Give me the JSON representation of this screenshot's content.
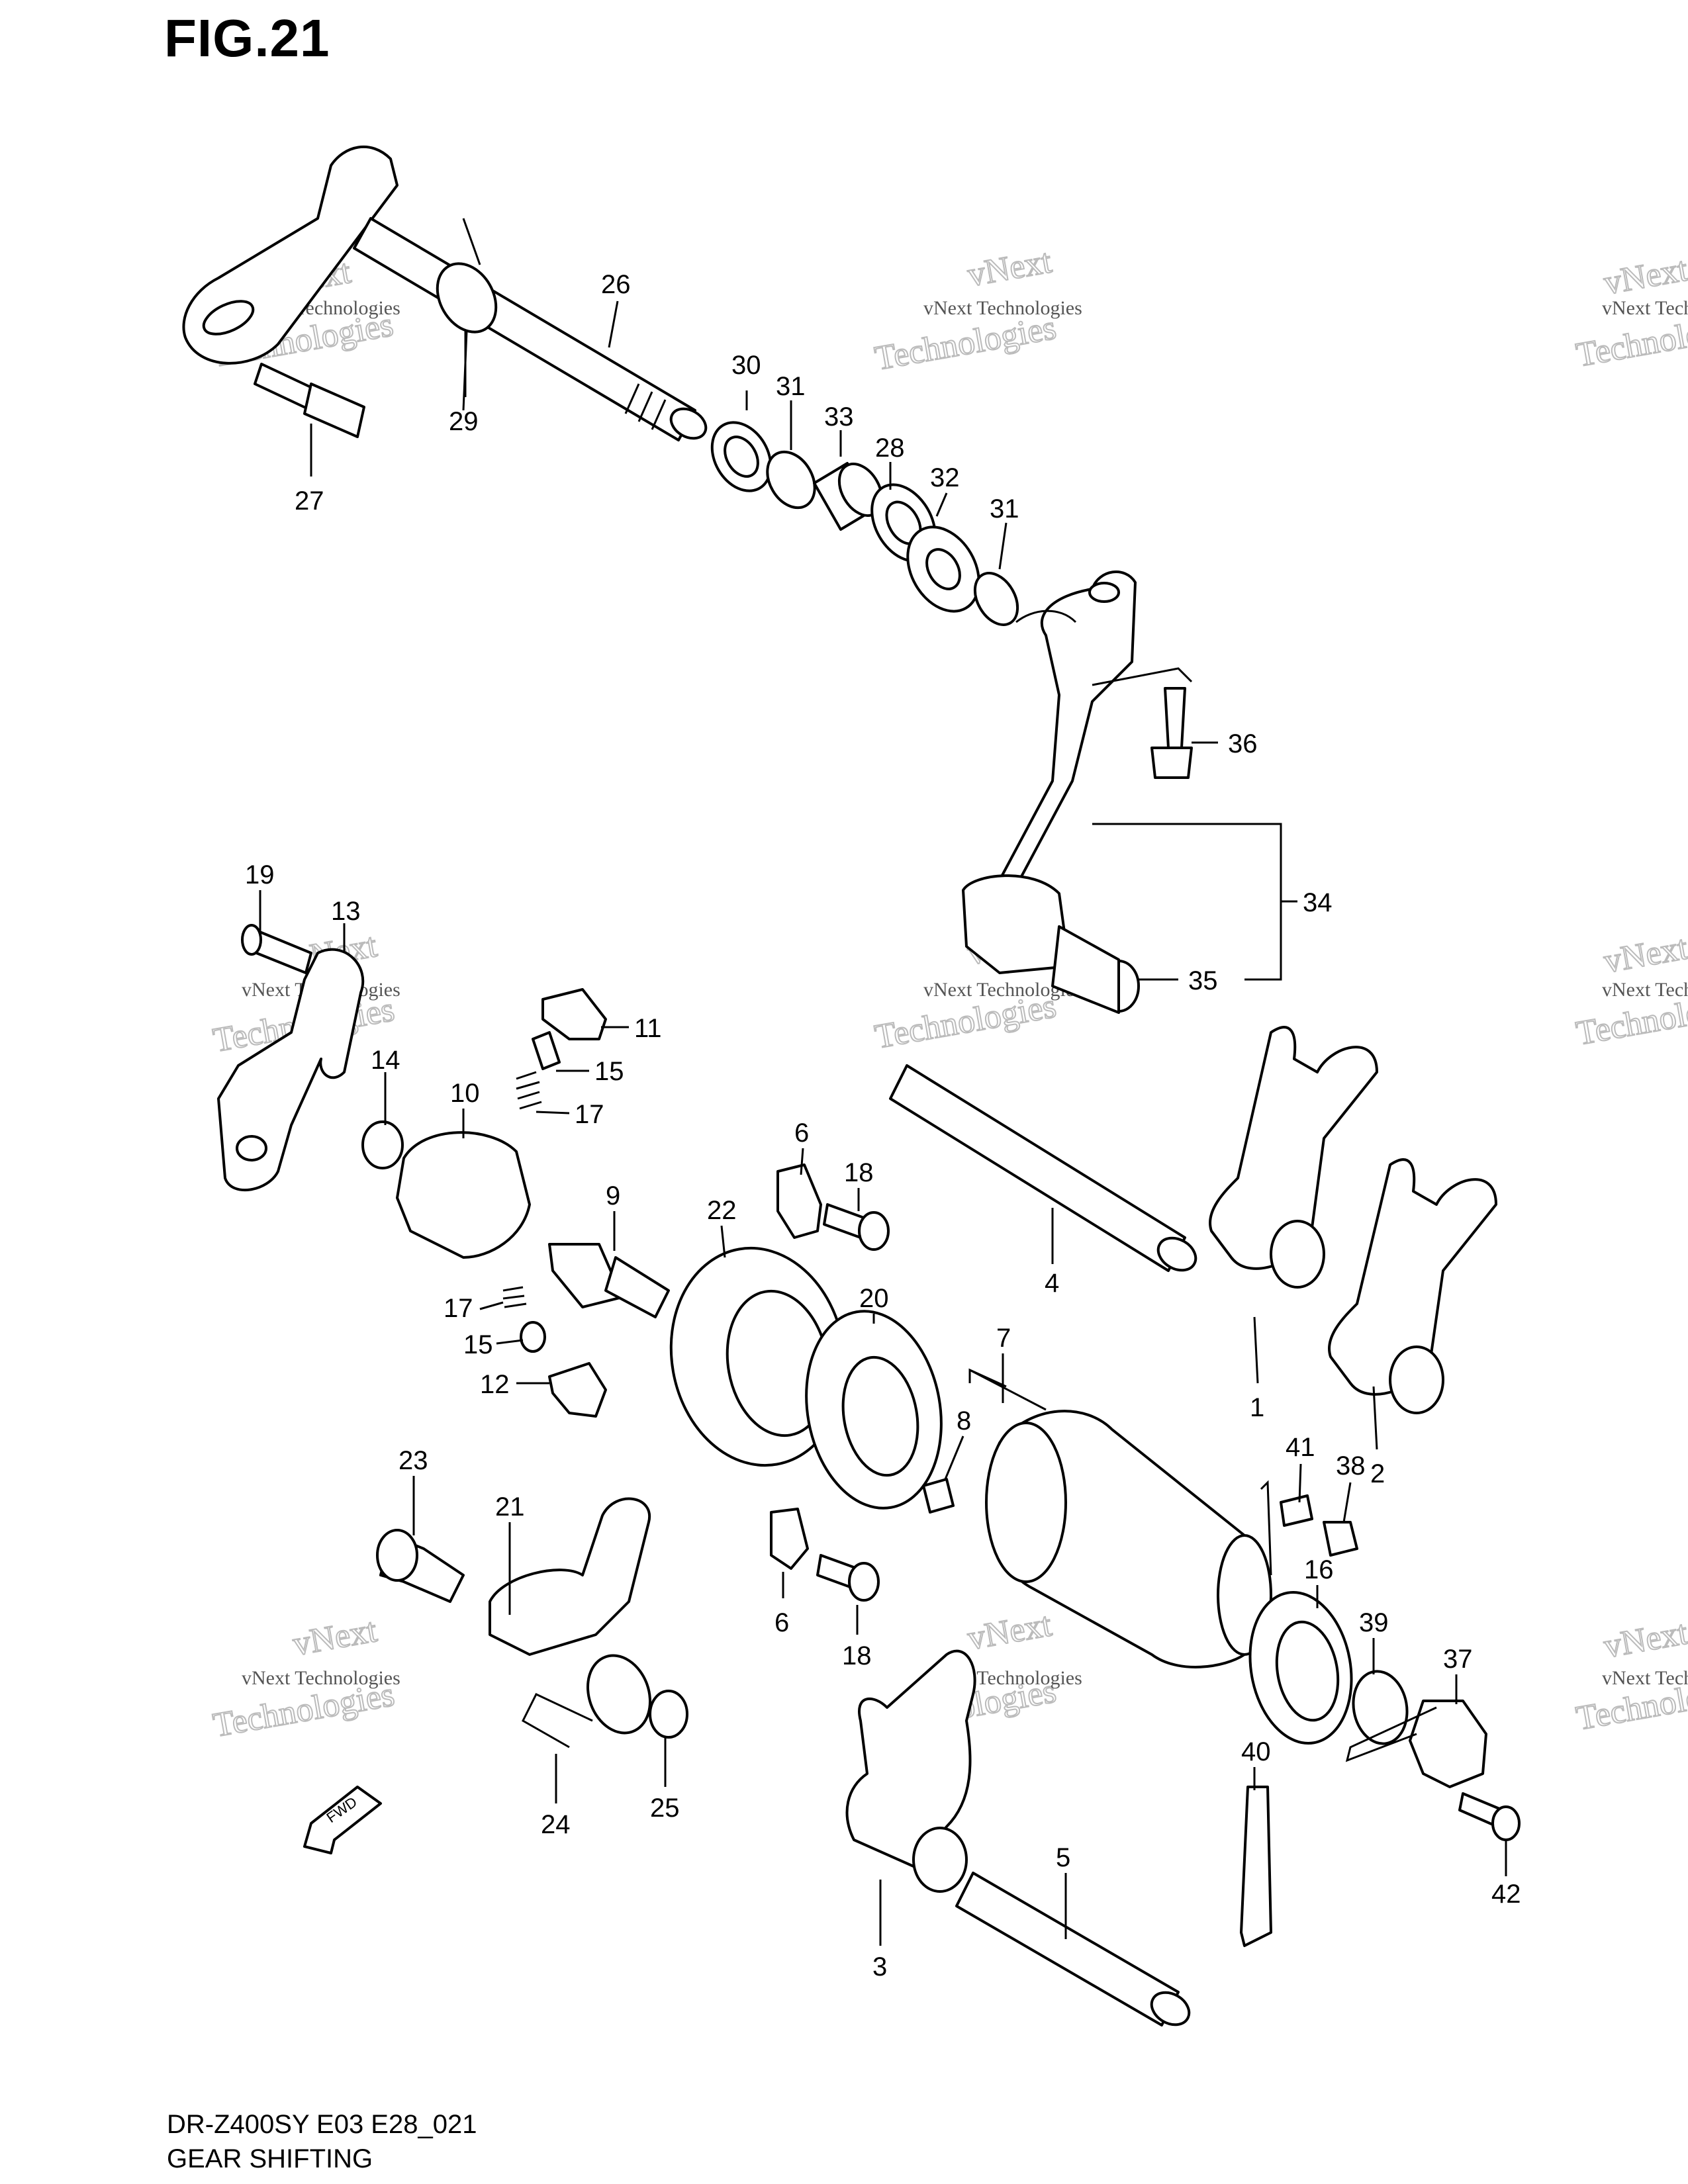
{
  "figure": {
    "title": "FIG.21"
  },
  "footer": {
    "code": "DR-Z400SY E03 E28_021",
    "title": "GEAR SHIFTING"
  },
  "fwd_label": "FWD",
  "watermark": {
    "line1": "vNext Technologies",
    "line2": "vNext",
    "line3": "Technologies"
  },
  "parts": [
    "26",
    "27",
    "29",
    "30",
    "31",
    "33",
    "28",
    "32",
    "31",
    "36",
    "34",
    "35",
    "19",
    "13",
    "14",
    "11",
    "15",
    "17",
    "10",
    "9",
    "17",
    "15",
    "12",
    "6",
    "18",
    "22",
    "20",
    "4",
    "1",
    "2",
    "7",
    "8",
    "41",
    "38",
    "16",
    "39",
    "37",
    "40",
    "42",
    "23",
    "21",
    "24",
    "25",
    "6",
    "18",
    "3",
    "5"
  ]
}
